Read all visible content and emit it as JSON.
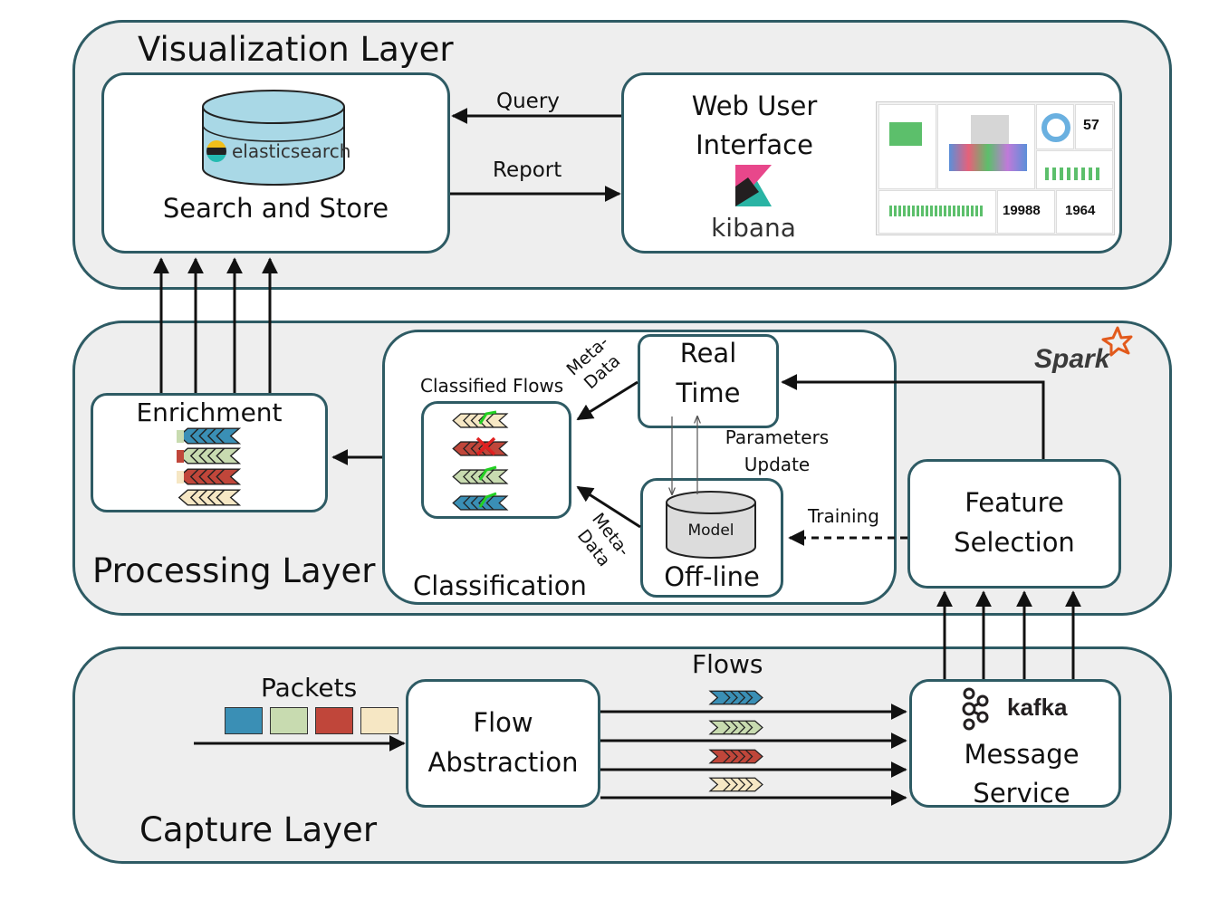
{
  "layers": {
    "visualization": "Visualization Layer",
    "processing": "Processing Layer",
    "capture": "Capture Layer"
  },
  "visualization": {
    "elasticsearch_logo": "elasticsearch",
    "search_store": "Search and Store",
    "query": "Query",
    "report": "Report",
    "web_ui_line1": "Web User",
    "web_ui_line2": "Interface",
    "kibana_logo": "kibana",
    "dashboard_values": [
      "57",
      "19988",
      "1964"
    ]
  },
  "processing": {
    "spark_logo": "Spark",
    "enrichment": "Enrichment",
    "classified_flows": "Classified Flows",
    "meta_data_top": "Meta-\nData",
    "meta_data_bottom": "Meta-\nData",
    "real_time_line1": "Real",
    "real_time_line2": "Time",
    "parameters_update_line1": "Parameters",
    "parameters_update_line2": "Update",
    "model": "Model",
    "offline": "Off-line",
    "training": "Training",
    "feature_line1": "Feature",
    "feature_line2": "Selection",
    "classification": "Classification"
  },
  "capture": {
    "packets": "Packets",
    "flow_line1": "Flow",
    "flow_line2": "Abstraction",
    "flows": "Flows",
    "kafka_logo": "kafka",
    "message_line1": "Message",
    "message_line2": "Service"
  },
  "colors": {
    "border": "#2e5b64",
    "blue": "#3a8fb5",
    "green": "#c8dbb0",
    "red": "#c0463a",
    "cream": "#f6e7c4",
    "db": "#a9d8e6",
    "kibana_pink": "#e8478b",
    "kibana_teal": "#2ab4a4",
    "spark_orange": "#e25a1c"
  }
}
